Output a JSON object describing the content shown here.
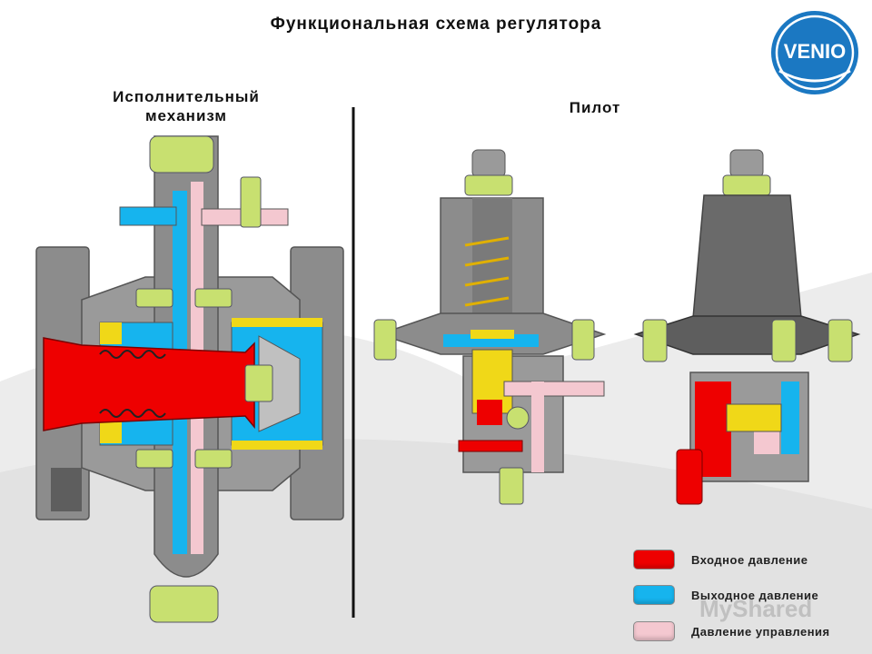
{
  "title": "Функциональная схема регулятора",
  "sections": {
    "actuator": "Исполнительный механизм",
    "pilot": "Пилот"
  },
  "logo": {
    "text": "VENIO"
  },
  "colors": {
    "inlet": "#ee0000",
    "outlet": "#16b4ee",
    "control": "#f4c8d0",
    "body": "#8c8c8c",
    "body_dark": "#5e5e5e",
    "fitting": "#c8e070",
    "yellow": "#f0d818",
    "logo_blue": "#1b78c2"
  },
  "legend": [
    {
      "label": "Входное давление",
      "color": "#ee0000"
    },
    {
      "label": "Выходное давление",
      "color": "#16b4ee"
    },
    {
      "label": "Давление управления",
      "color": "#f4c8d0"
    }
  ],
  "watermark": "MyShared"
}
